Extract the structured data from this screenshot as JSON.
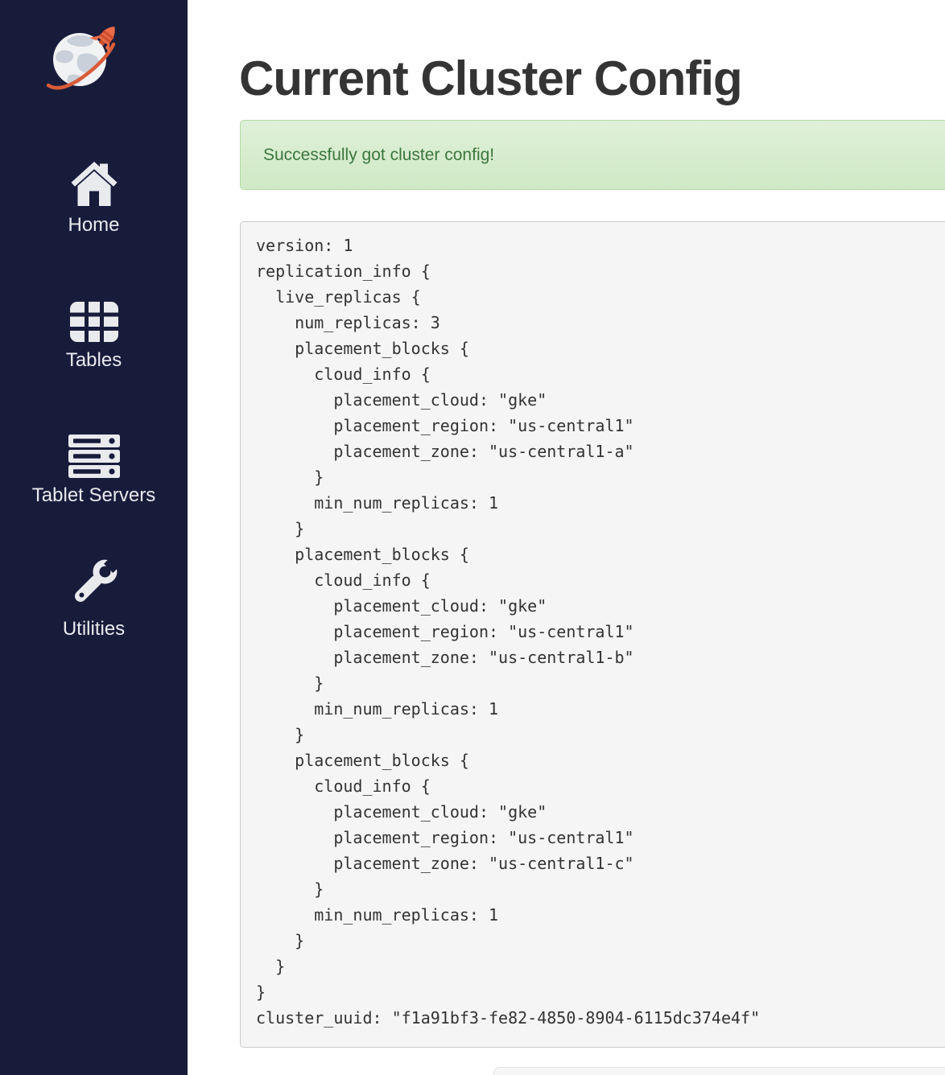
{
  "sidebar": {
    "logo": {
      "icon": "globe-rocket-logo",
      "accent_color": "#e06a45"
    },
    "items": [
      {
        "label": "Home",
        "icon": "home-icon"
      },
      {
        "label": "Tables",
        "icon": "table-grid-icon"
      },
      {
        "label": "Tablet Servers",
        "icon": "server-stack-icon"
      },
      {
        "label": "Utilities",
        "icon": "wrench-icon"
      }
    ]
  },
  "main": {
    "title": "Current Cluster Config",
    "alert": {
      "type": "success",
      "message": "Successfully got cluster config!"
    },
    "config_text": "version: 1\nreplication_info {\n  live_replicas {\n    num_replicas: 3\n    placement_blocks {\n      cloud_info {\n        placement_cloud: \"gke\"\n        placement_region: \"us-central1\"\n        placement_zone: \"us-central1-a\"\n      }\n      min_num_replicas: 1\n    }\n    placement_blocks {\n      cloud_info {\n        placement_cloud: \"gke\"\n        placement_region: \"us-central1\"\n        placement_zone: \"us-central1-b\"\n      }\n      min_num_replicas: 1\n    }\n    placement_blocks {\n      cloud_info {\n        placement_cloud: \"gke\"\n        placement_region: \"us-central1\"\n        placement_zone: \"us-central1-c\"\n      }\n      min_num_replicas: 1\n    }\n  }\n}\ncluster_uuid: \"f1a91bf3-fe82-4850-8904-6115dc374e4f\"",
    "cluster_uuid": "f1a91bf3-fe82-4850-8904-6115dc374e4f",
    "num_replicas": 3,
    "placement_zones": [
      "us-central1-a",
      "us-central1-b",
      "us-central1-c"
    ],
    "placement_region": "us-central1",
    "placement_cloud": "gke"
  },
  "colors": {
    "sidebar_bg": "#181c3b",
    "sidebar_icon": "#e9eaee",
    "alert_bg_top": "#dff0d8",
    "alert_bg_bottom": "#d0e9c6",
    "alert_border": "#b2dba1",
    "alert_text": "#3c763d",
    "code_bg": "#f5f5f5",
    "code_border": "#c9c9c9",
    "code_text": "#333333",
    "title_text": "#343434",
    "brand_orange": "#e06a45"
  }
}
